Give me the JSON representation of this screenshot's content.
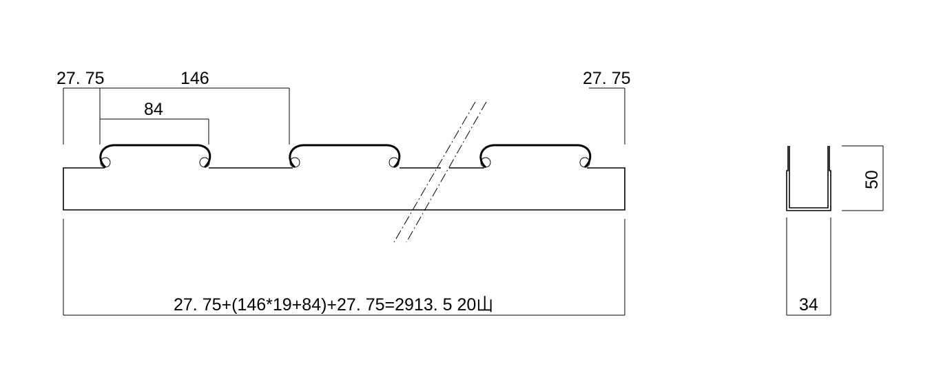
{
  "drawing": {
    "front_view": {
      "dim_left_margin": "27. 75",
      "dim_pitch": "146",
      "dim_rib_width": "84",
      "dim_right_margin": "27. 75",
      "dim_total_formula": "27. 75+(146*19+84)+27. 75=2913. 5 20山"
    },
    "side_view": {
      "dim_height": "50",
      "dim_width": "34"
    },
    "line_color": "#000000"
  }
}
